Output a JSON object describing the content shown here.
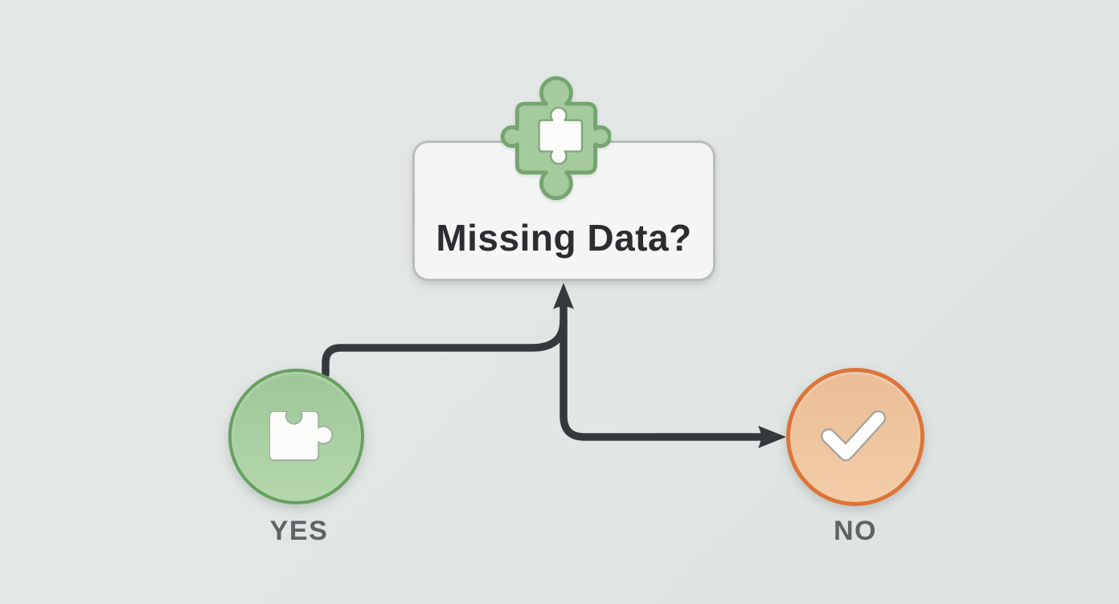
{
  "diagram": {
    "decision": {
      "label": "Missing Data?",
      "icon": "puzzle-piece-icon"
    },
    "yes_branch": {
      "label": "YES",
      "icon": "puzzle-piece-icon"
    },
    "no_branch": {
      "label": "NO",
      "icon": "checkmark-icon"
    },
    "colors": {
      "background": "#e1e6e5",
      "arrow": "#36393b",
      "decision_box_fill": "#f4f6f6",
      "decision_box_border": "#b9bdbc",
      "puzzle_green_fill": "#a4ca9e",
      "puzzle_green_border": "#75a56f",
      "yes_circle_fill": "#a9cfa3",
      "yes_circle_border": "#67a05f",
      "no_circle_fill": "#eec29d",
      "no_circle_border": "#de7438",
      "title_text": "#2b2e30",
      "label_text": "#5e6366"
    }
  }
}
